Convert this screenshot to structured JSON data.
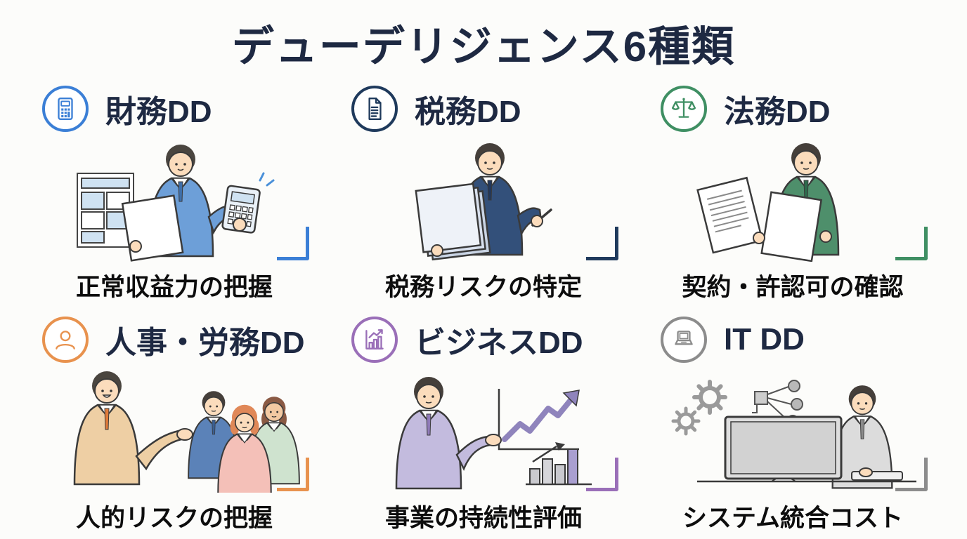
{
  "title": "デューデリジェンス6種類",
  "colors": {
    "title_text": "#1e2942",
    "caption_text": "#0d0d0d",
    "background": "#fcfcfa"
  },
  "cards": [
    {
      "title": "財務DD",
      "caption": "正常収益力の把握",
      "icon": "calculator-icon",
      "accent_color": "#3b7fd6",
      "illustration": "man-in-blue-suit-holding-calculator-and-paper"
    },
    {
      "title": "税務DD",
      "caption": "税務リスクの特定",
      "icon": "document-icon",
      "accent_color": "#1f3a5c",
      "illustration": "man-in-navy-suit-reviewing-paper-stack-with-pen"
    },
    {
      "title": "法務DD",
      "caption": "契約・許認可の確認",
      "icon": "scales-icon",
      "accent_color": "#3f8f63",
      "illustration": "man-in-green-suit-comparing-two-documents"
    },
    {
      "title": "人事・労務DD",
      "caption": "人的リスクの把握",
      "icon": "person-icon",
      "accent_color": "#e8924e",
      "illustration": "manager-presenting-group-of-employees"
    },
    {
      "title": "ビジネスDD",
      "caption": "事業の持続性評価",
      "icon": "bar-chart-icon",
      "accent_color": "#9a6fb8",
      "illustration": "man-in-purple-suit-presenting-growth-chart"
    },
    {
      "title": "IT DD",
      "caption": "システム統合コスト",
      "icon": "laptop-icon",
      "accent_color": "#8c8c8c",
      "illustration": "man-working-at-monitor-with-gears-and-network"
    }
  ]
}
